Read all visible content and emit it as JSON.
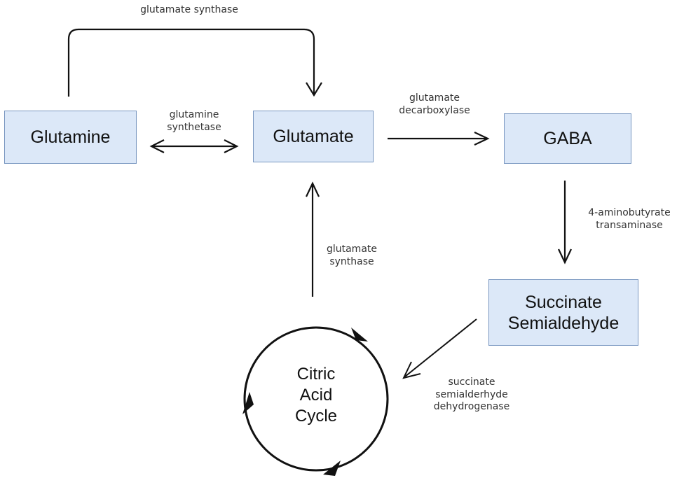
{
  "nodes": {
    "glutamine": "Glutamine",
    "glutamate": "Glutamate",
    "gaba": "GABA",
    "succinate_semialdehyde": [
      "Succinate",
      "Semialdehyde"
    ],
    "citric_acid_cycle": [
      "Citric",
      "Acid",
      "Cycle"
    ]
  },
  "edges": {
    "glutamine_to_glutamate_top": [
      "glutamate synthase"
    ],
    "glutamine_glutamate_bidirectional": [
      "glutamine",
      "synthetase"
    ],
    "glutamate_to_gaba": [
      "glutamate",
      "decarboxylase"
    ],
    "gaba_to_succinate": [
      "4-aminobutyrate",
      "transaminase"
    ],
    "cycle_to_glutamate": [
      "glutamate",
      "synthase"
    ],
    "succinate_to_cycle": [
      "succinate",
      "semialderhyde",
      "dehydrogenase"
    ]
  },
  "colors": {
    "node_fill": "#dce8f8",
    "node_border": "#7896c0",
    "arrow": "#111111"
  }
}
